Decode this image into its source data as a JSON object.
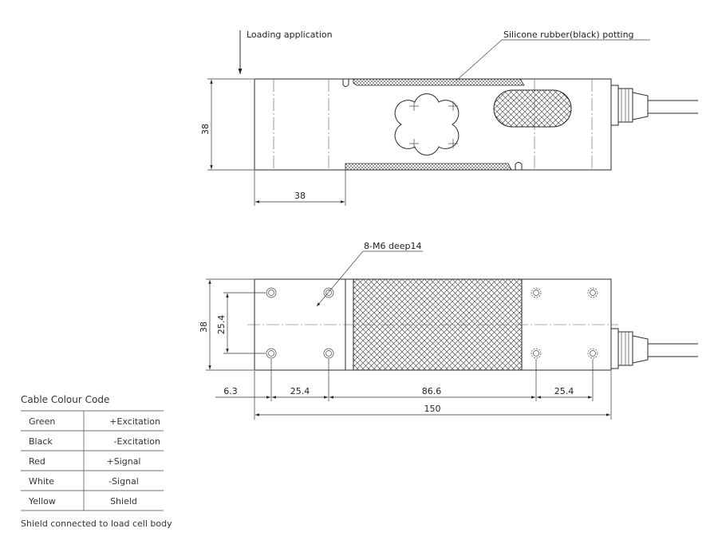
{
  "labels": {
    "loading": "Loading application",
    "potting": "Silicone rubber(black) potting",
    "threads": "8-M6 deep14"
  },
  "dims": {
    "side_height": "38",
    "side_width": "38",
    "bottom_height": "38",
    "hole_spacing_v": "25.4",
    "d_edge": "6.3",
    "d_holes": "25.4",
    "d_mid": "86.6",
    "d_right": "25.4",
    "d_total": "150"
  },
  "cable": {
    "title": "Cable Colour Code",
    "rows": [
      {
        "color": "Green",
        "signal": "+Excitation"
      },
      {
        "color": "Black",
        "signal": "-Excitation"
      },
      {
        "color": "Red",
        "signal": "+Signal"
      },
      {
        "color": "White",
        "signal": "-Signal"
      },
      {
        "color": "Yellow",
        "signal": "Shield"
      }
    ],
    "note": "Shield connected to load cell body"
  }
}
